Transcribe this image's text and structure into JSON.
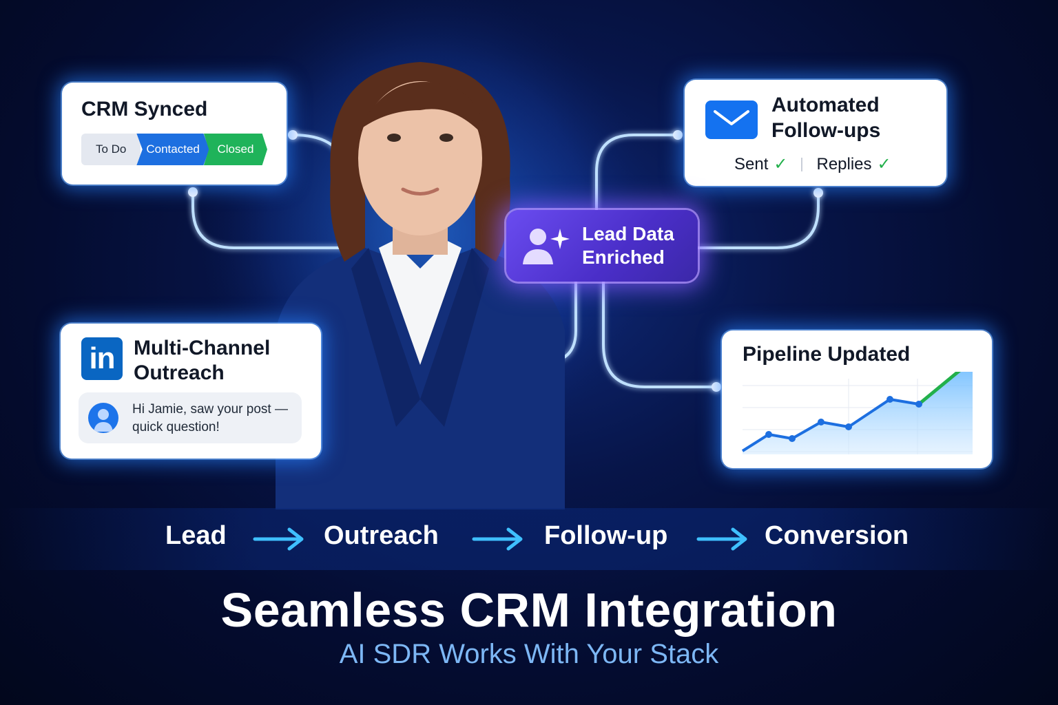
{
  "crm_card": {
    "title": "CRM Synced",
    "stages": [
      "To Do",
      "Contacted",
      "Closed"
    ]
  },
  "followups_card": {
    "title": "Automated Follow-ups",
    "sent_label": "Sent",
    "replies_label": "Replies",
    "check_glyph": "✓"
  },
  "enriched_badge": {
    "label_line1": "Lead Data",
    "label_line2": "Enriched"
  },
  "outreach_card": {
    "title_line1": "Multi-Channel",
    "title_line2": "Outreach",
    "linkedin_text": "in",
    "message_line1": "Hi Jamie, saw your post —",
    "message_line2": "quick question!"
  },
  "pipeline_card": {
    "title": "Pipeline Updated"
  },
  "flow": {
    "steps": [
      "Lead",
      "Outreach",
      "Follow-up",
      "Conversion"
    ]
  },
  "headline": {
    "title": "Seamless CRM Integration",
    "subtitle": "AI SDR Works With Your Stack"
  },
  "colors": {
    "accent_blue": "#1d6fe0",
    "accent_green": "#1fb35a",
    "accent_purple": "#5a3ee0",
    "glow": "#2a8cff",
    "subtitle": "#7db7f5"
  },
  "icons": [
    "mail-icon",
    "linkedin-icon",
    "user-avatar-icon",
    "sparkle-user-icon",
    "check-icon",
    "arrow-right-icon"
  ]
}
